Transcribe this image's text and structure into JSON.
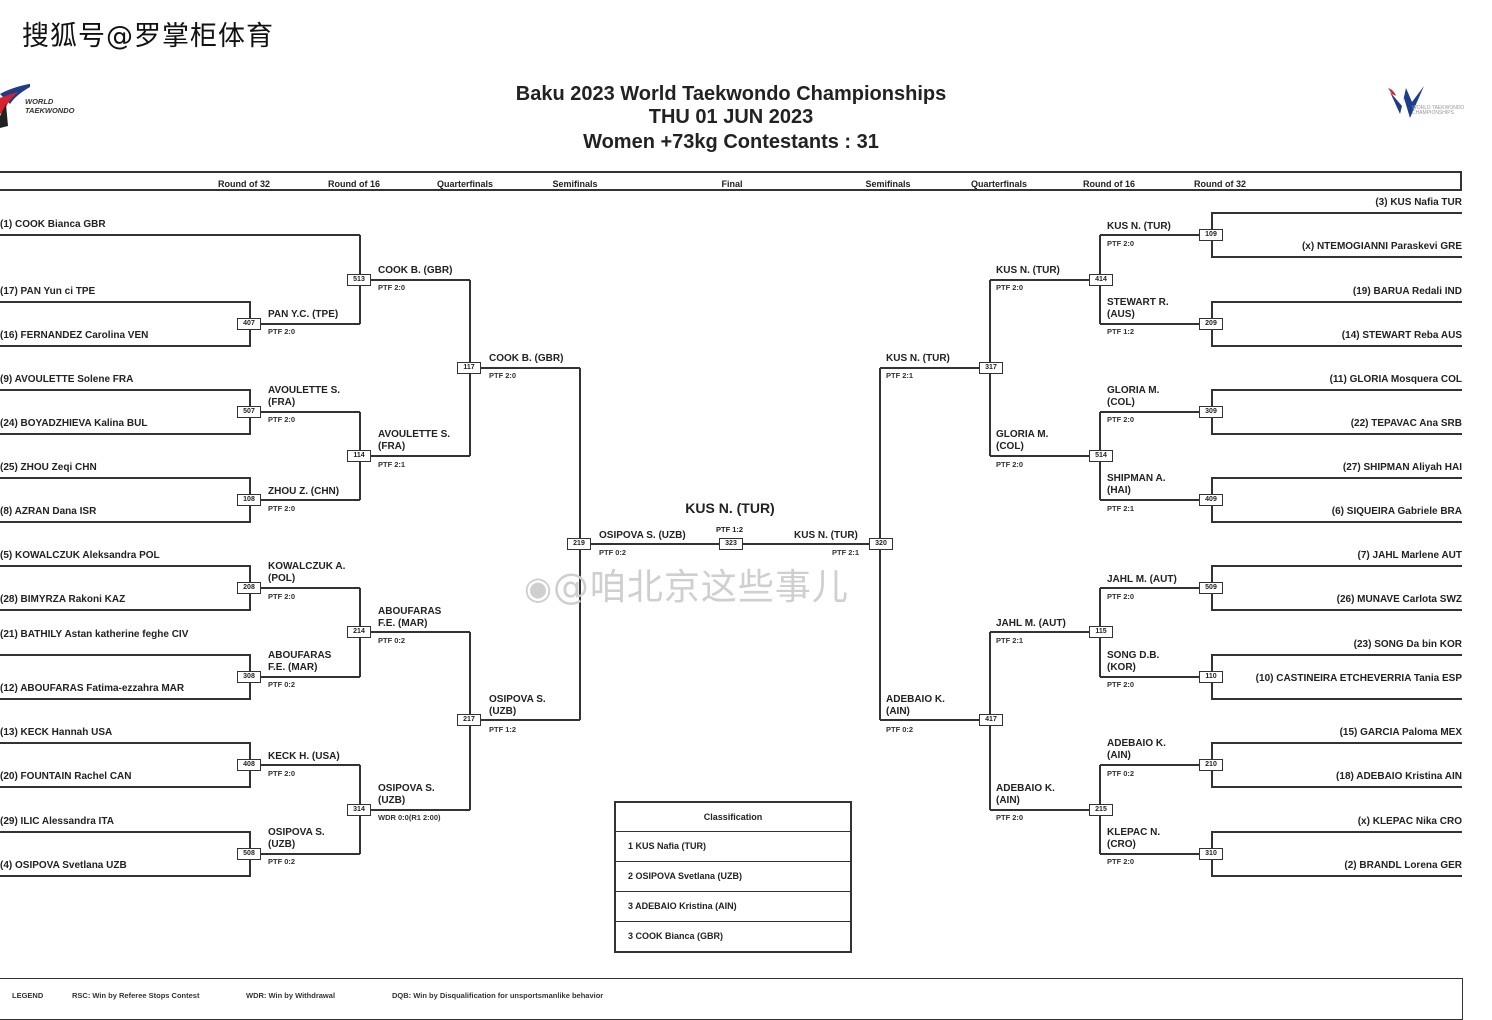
{
  "watermark_top": "搜狐号@罗掌柜体育",
  "watermark_mid": "@咱北京这些事儿",
  "logo_left_text": "WORLD TAEKWONDO",
  "logo_right_text": "WORLD TAEKWONDO CHAMPIONSHIPS",
  "title1": "Baku 2023 World Taekwondo Championships",
  "title2": "THU 01 JUN 2023",
  "title3": "Women +73kg Contestants : 31",
  "rounds": [
    "Round of 32",
    "Round of 16",
    "Quarterfinals",
    "Semifinals",
    "Final",
    "Semifinals",
    "Quarterfinals",
    "Round of 16",
    "Round of 32"
  ],
  "left_athletes": [
    "(1) COOK Bianca GBR",
    "(17) PAN Yun ci TPE",
    "(16) FERNANDEZ Carolina VEN",
    "(9) AVOULETTE Solene FRA",
    "(24) BOYADZHIEVA Kalina BUL",
    "(25) ZHOU Zeqi CHN",
    "(8) AZRAN Dana ISR",
    "(5) KOWALCZUK Aleksandra POL",
    "(28) BIMYRZA Rakoni KAZ",
    "(21) BATHILY Astan katherine feghe CIV",
    "(12) ABOUFARAS Fatima-ezzahra MAR",
    "(13) KECK Hannah USA",
    "(20) FOUNTAIN Rachel CAN",
    "(29) ILIC Alessandra ITA",
    "(4) OSIPOVA Svetlana UZB"
  ],
  "right_athletes": [
    "(3) KUS Nafia TUR",
    "(x) NTEMOGIANNI Paraskevi GRE",
    "(19) BARUA Redali IND",
    "(14) STEWART Reba AUS",
    "(11) GLORIA Mosquera COL",
    "(22) TEPAVAC Ana SRB",
    "(27) SHIPMAN Aliyah HAI",
    "(6) SIQUEIRA Gabriele BRA",
    "(7) JAHL Marlene AUT",
    "(26) MUNAVE Carlota SWZ",
    "(23) SONG Da bin KOR",
    "(10) CASTINEIRA ETCHEVERRIA Tania ESP",
    "(15) GARCIA Paloma MEX",
    "(18) ADEBAIO Kristina AIN",
    "(x) KLEPAC Nika CRO",
    "(2) BRANDL Lorena GER"
  ],
  "left_r16": [
    {
      "winner": "PAN Y.C. (TPE)",
      "score": "PTF 2:0",
      "match": "407"
    },
    {
      "winner": "AVOULETTE S. (FRA)",
      "score": "PTF 2:0",
      "match": "507"
    },
    {
      "winner": "ZHOU Z. (CHN)",
      "score": "PTF 2:0",
      "match": "108"
    },
    {
      "winner": "KOWALCZUK A. (POL)",
      "score": "PTF 2:0",
      "match": "208"
    },
    {
      "winner": "ABOUFARAS F.E. (MAR)",
      "score": "PTF 0:2",
      "match": "308"
    },
    {
      "winner": "KECK H. (USA)",
      "score": "PTF 2:0",
      "match": "408"
    },
    {
      "winner": "OSIPOVA S. (UZB)",
      "score": "PTF 0:2",
      "match": "508"
    }
  ],
  "left_qf": [
    {
      "winner": "COOK B. (GBR)",
      "score": "PTF 2:0",
      "match": "513"
    },
    {
      "winner": "AVOULETTE S. (FRA)",
      "score": "PTF 2:1",
      "match": "114"
    },
    {
      "winner": "ABOUFARAS F.E. (MAR)",
      "score": "PTF 0:2",
      "match": "214"
    },
    {
      "winner": "OSIPOVA S. (UZB)",
      "score": "WDR 0:0(R1 2:00)",
      "match": "314"
    }
  ],
  "left_sf": [
    {
      "winner": "COOK B. (GBR)",
      "score": "PTF 2:0",
      "match": "117"
    },
    {
      "winner": "OSIPOVA S. (UZB)",
      "score": "PTF 1:2",
      "match": "217"
    }
  ],
  "left_final": {
    "winner": "OSIPOVA S. (UZB)",
    "score": "PTF 0:2",
    "match": "219"
  },
  "final": {
    "champion": "KUS N. (TUR)",
    "score": "PTF 1:2",
    "match": "323"
  },
  "right_final": {
    "winner": "KUS N. (TUR)",
    "score": "PTF 2:1",
    "match": "320"
  },
  "right_sf": [
    {
      "winner": "KUS N. (TUR)",
      "score": "PTF 2:1",
      "match": "317"
    },
    {
      "winner": "ADEBAIO K. (AIN)",
      "score": "PTF 0:2",
      "match": "417"
    }
  ],
  "right_qf": [
    {
      "winner": "KUS N. (TUR)",
      "score": "PTF 2:0",
      "match": "414"
    },
    {
      "winner": "GLORIA M. (COL)",
      "score": "PTF 2:0",
      "match": "514"
    },
    {
      "winner": "JAHL M. (AUT)",
      "score": "PTF 2:1",
      "match": "115"
    },
    {
      "winner": "ADEBAIO K. (AIN)",
      "score": "PTF 2:0",
      "match": "215"
    }
  ],
  "right_r16": [
    {
      "winner": "KUS N. (TUR)",
      "score": "PTF 2:0",
      "match": "109"
    },
    {
      "winner": "STEWART R. (AUS)",
      "score": "PTF 1:2",
      "match": "209"
    },
    {
      "winner": "GLORIA M. (COL)",
      "score": "PTF 2:0",
      "match": "309"
    },
    {
      "winner": "SHIPMAN A. (HAI)",
      "score": "PTF 2:1",
      "match": "409"
    },
    {
      "winner": "JAHL M. (AUT)",
      "score": "PTF 2:0",
      "match": "509"
    },
    {
      "winner": "SONG D.B. (KOR)",
      "score": "PTF 2:0",
      "match": "110"
    },
    {
      "winner": "ADEBAIO K. (AIN)",
      "score": "PTF 0:2",
      "match": "210"
    },
    {
      "winner": "KLEPAC N. (CRO)",
      "score": "PTF 2:0",
      "match": "310"
    }
  ],
  "classification": {
    "title": "Classification",
    "rows": [
      "1  KUS Nafia (TUR)",
      "2  OSIPOVA Svetlana (UZB)",
      "3  ADEBAIO Kristina (AIN)",
      "3  COOK Bianca (GBR)"
    ]
  },
  "legend": [
    "LEGEND",
    "RSC: Win by Referee Stops Contest",
    "WDR: Win by Withdrawal",
    "DQB: Win by Disqualification for unsportsmanlike behavior"
  ]
}
